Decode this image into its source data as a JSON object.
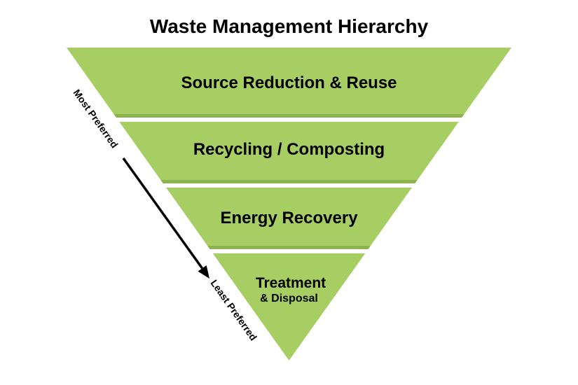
{
  "title": "Waste Management Hierarchy",
  "tiers": [
    {
      "label": "Source Reduction & Reuse"
    },
    {
      "label": "Recycling / Composting"
    },
    {
      "label": "Energy Recovery"
    },
    {
      "label": "Treatment",
      "sublabel": "& Disposal"
    }
  ],
  "annotations": {
    "most_preferred": "Most Preferred",
    "least_preferred": "Least Preferred"
  },
  "colors": {
    "tier_green": "#a6ce63",
    "tier_edge_dark": "#8db24f",
    "arrow": "#000000",
    "text": "#000000",
    "background": "#ffffff"
  }
}
